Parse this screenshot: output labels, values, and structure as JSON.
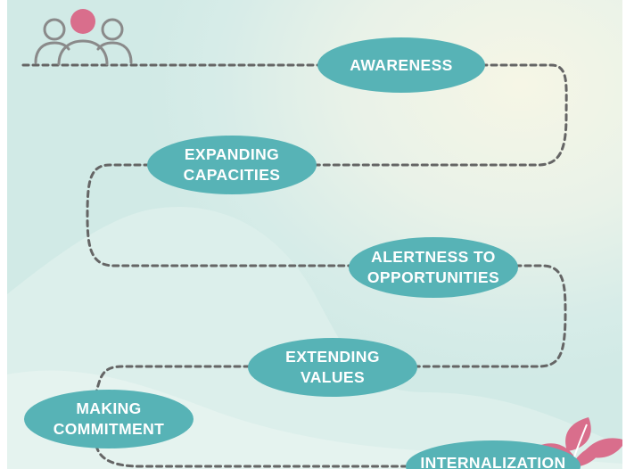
{
  "diagram": {
    "stages": [
      {
        "lines": [
          "AWARENESS"
        ]
      },
      {
        "lines": [
          "EXPANDING",
          "CAPACITIES"
        ]
      },
      {
        "lines": [
          "ALERTNESS TO",
          "OPPORTUNITIES"
        ]
      },
      {
        "lines": [
          "EXTENDING",
          "VALUES"
        ]
      },
      {
        "lines": [
          "MAKING",
          "COMMITMENT"
        ]
      },
      {
        "lines": [
          "INTERNALIZATION"
        ]
      }
    ]
  },
  "icons": {
    "people": "people-group-icon",
    "leaf": "leaf-icon"
  },
  "colors": {
    "pill": "#57b3b6",
    "path": "#656565",
    "accent": "#d96e8c",
    "icon_outline": "#8a8a8a"
  }
}
